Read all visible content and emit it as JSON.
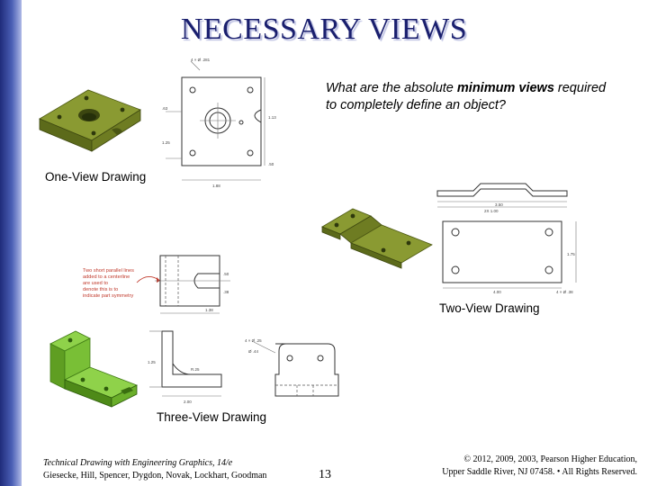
{
  "title": "NECESSARY VIEWS",
  "question": {
    "before": "What are the absolute ",
    "emphasis": "minimum views",
    "after": " required to completely define an object?"
  },
  "captions": {
    "one_view": "One-View Drawing",
    "two_view": "Two-View Drawing",
    "three_view": "Three-View Drawing"
  },
  "note": [
    "Two short parallel lines",
    "added to a centerline",
    "are used to",
    "denote this is to",
    "indicate part symmetry"
  ],
  "footer": {
    "book_title": "Technical Drawing with Engineering Graphics, 14/e",
    "authors": "Giesecke, Hill, Spencer, Dygdon, Novak, Lockhart, Goodman",
    "page": "13",
    "copyright_line1": "© 2012, 2009, 2003, Pearson Higher Education,",
    "copyright_line2": "Upper Saddle River, NJ 07458. • All Rights Reserved."
  },
  "colors": {
    "title": "#1a1f6e",
    "part_olive": "#7a8a2a",
    "part_green": "#6fae2e"
  }
}
